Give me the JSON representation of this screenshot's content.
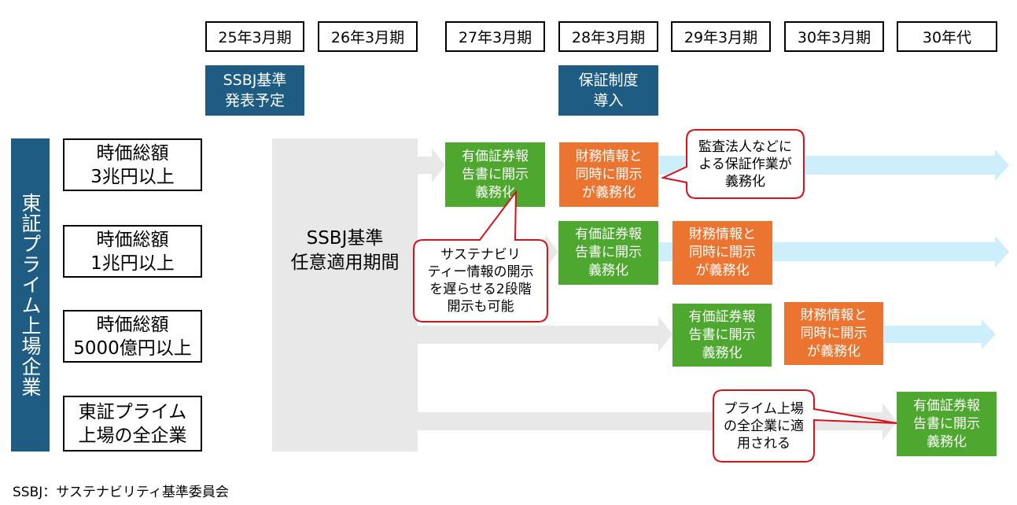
{
  "periods": [
    "25年3月期",
    "26年3月期",
    "27年3月期",
    "28年3月期",
    "29年3月期",
    "30年3月期",
    "30年代"
  ],
  "milestones": {
    "ssbj": [
      "SSBJ基準",
      "発表予定"
    ],
    "assurance": [
      "保証制度",
      "導入"
    ]
  },
  "left_label": "東証プライム上場企業",
  "rows": [
    {
      "label": [
        "時価総額",
        "3兆円以上"
      ]
    },
    {
      "label": [
        "時価総額",
        "1兆円以上"
      ]
    },
    {
      "label": [
        "時価総額",
        "5000億円以上"
      ]
    },
    {
      "label": [
        "東証プライム",
        "上場の全企業"
      ]
    }
  ],
  "voluntary": [
    "SSBJ基準",
    "任意適用期間"
  ],
  "green_box": [
    "有価証券報",
    "告書に開示",
    "義務化"
  ],
  "orange_box": [
    "財務情報と",
    "同時に開示",
    "が義務化"
  ],
  "callouts": {
    "two_stage": [
      "サステナビリ",
      "ティー情報の開示",
      "を遅らせる2段階",
      "開示も可能"
    ],
    "audit": [
      "監査法人などに",
      "よる保証作業が",
      "義務化"
    ],
    "all_prime": [
      "プライム上場",
      "の全企業に適",
      "用される"
    ]
  },
  "footnote": "SSBJ：サステナビリティ基準委員会",
  "colors": {
    "navy": "#1f5c84",
    "green": "#4ea72e",
    "orange": "#ea7430",
    "light_blue": "#cdeefb",
    "grey": "#e8e8e8",
    "callout_border": "#d6121b"
  }
}
